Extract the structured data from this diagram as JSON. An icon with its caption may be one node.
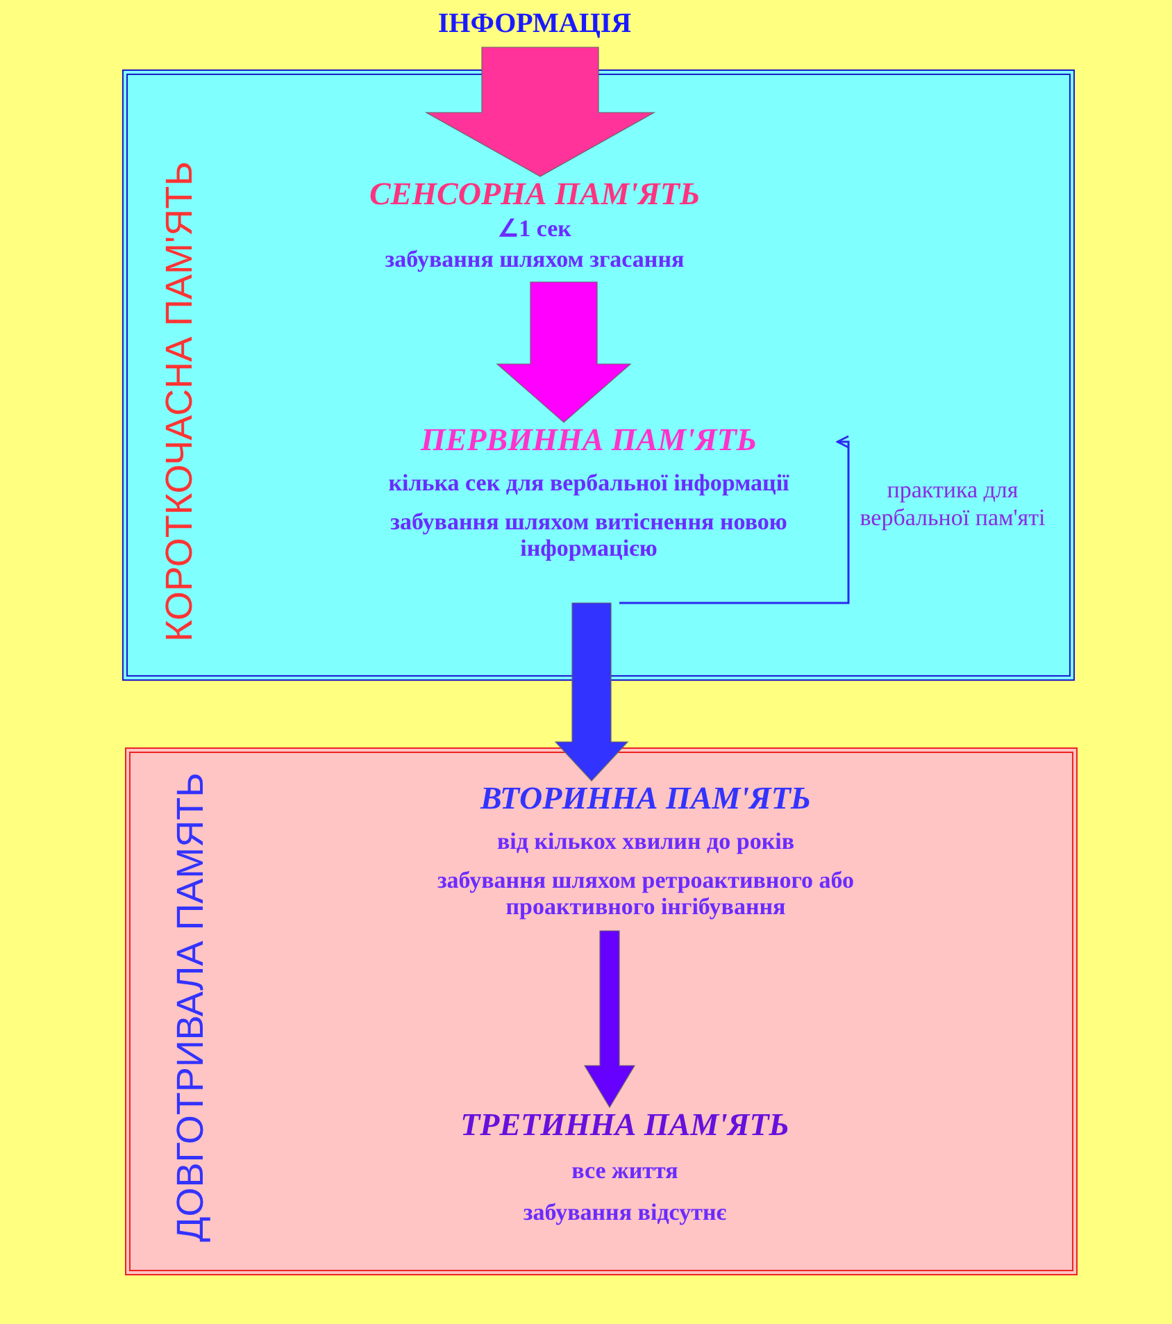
{
  "diagram": {
    "nodes": [
      {
        "text": [
          "КОРОТКОЧАСНА ПАМ'ЯТЬ"
        ]
      },
      {
        "text": [
          "ІНФОРМАЦІЯ"
        ]
      },
      {
        "text": [
          "СЕНСОРНА ПАМ'ЯТЬ",
          "∠1 сек",
          "забування шляхом згасання"
        ],
        "in": 0
      },
      {
        "text": [
          "ПЕРВИННА ПАМ'ЯТЬ",
          "кілька сек для вербальної інформації",
          "забування шляхом витіснення новою інформацією"
        ],
        "in": 0
      },
      {
        "text": [
          "ДОВГОТРИВАЛА ПАМЯТЬ"
        ]
      },
      {
        "text": [
          "ВТОРИННА ПАМ'ЯТЬ",
          "від кількох хвилин до років",
          "забування шляхом ретроактивного або проактивного інгібування"
        ],
        "in": 4
      },
      {
        "text": [
          "ТРЕТИННА ПАМ'ЯТЬ",
          "все життя",
          "забування відсутнє"
        ],
        "in": 4
      }
    ],
    "edges": [
      {
        "from": 1,
        "to": 2,
        "arrow": "to",
        "style": "thick",
        "color": "#ff3399"
      },
      {
        "from": 2,
        "to": 3,
        "arrow": "to",
        "style": "thick",
        "color": "#ff00ff"
      },
      {
        "from": 3,
        "to": 3,
        "arrow": "to",
        "label": "практика для вербальної пам'яті"
      },
      {
        "from": 3,
        "to": 5,
        "arrow": "to",
        "style": "thick",
        "color": "#3333ff"
      },
      {
        "from": 5,
        "to": 6,
        "arrow": "to",
        "style": "thick",
        "color": "#6600ff"
      }
    ]
  }
}
